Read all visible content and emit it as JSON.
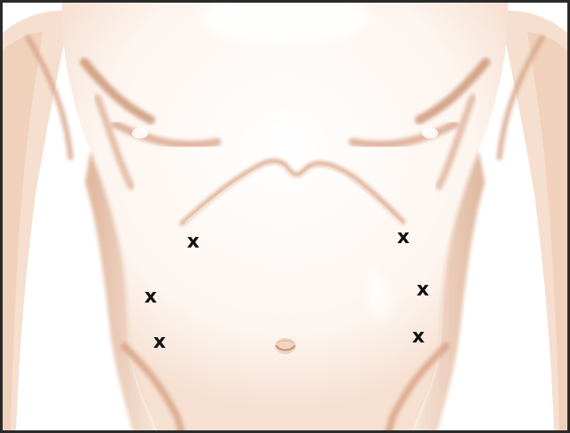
{
  "image": {
    "subject": "anterior-torso-with-marked-points",
    "colors": {
      "background": "#ffffff",
      "skin_light": "#fbf0e8",
      "skin_mid": "#efcbb3",
      "skin_shadow": "#d9a88a",
      "skin_deep": "#c88c6b",
      "outline": "#2a2a2a",
      "marker": "#111111"
    }
  },
  "marks": {
    "m1": "x",
    "m2": "x",
    "m3": "x",
    "m4": "x",
    "m5": "x",
    "m6": "x"
  }
}
